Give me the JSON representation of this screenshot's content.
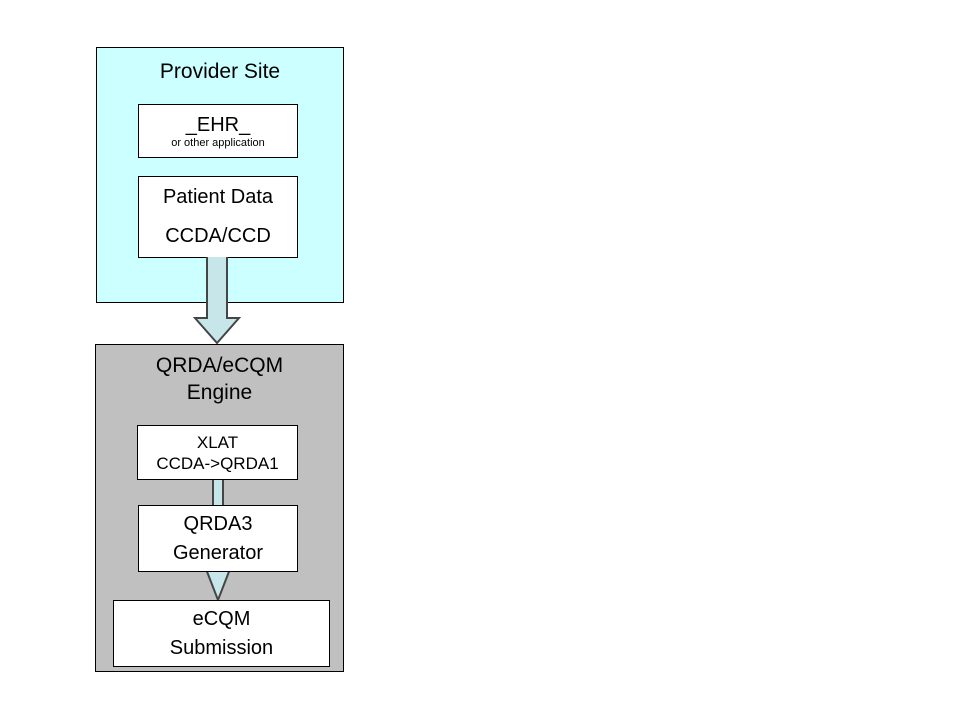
{
  "diagram": {
    "provider": {
      "title": "Provider Site",
      "ehr": {
        "title": "_EHR_",
        "subtitle": "or other application"
      },
      "patient_data": {
        "line1": "Patient Data",
        "line2": "CCDA/CCD"
      }
    },
    "engine": {
      "title_line1": "QRDA/eCQM",
      "title_line2": "Engine",
      "xlat": {
        "line1": "XLAT",
        "line2": "CCDA->QRDA1"
      },
      "qrda3": {
        "line1": "QRDA3",
        "line2": "Generator"
      },
      "submission": {
        "line1": "eCQM",
        "line2": "Submission"
      }
    },
    "colors": {
      "provider_fill": "#ccffff",
      "engine_fill": "#c0c0c0",
      "node_fill": "#ffffff",
      "border": "#000000",
      "connector_fill": "#c7e6e9",
      "connector_stroke": "#454545"
    }
  }
}
